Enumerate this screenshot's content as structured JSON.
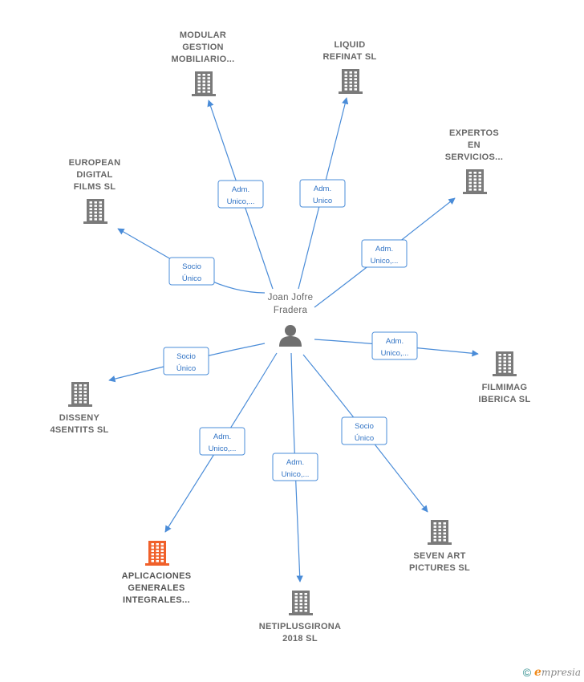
{
  "center": {
    "name_lines": [
      "Joan Jofre",
      "Fradera"
    ]
  },
  "colors": {
    "edge": "#4a8cd8",
    "building": "#7a7a7a",
    "building_highlight": "#f0602a",
    "label_text": "#666666",
    "edge_label": "#2f72c4"
  },
  "nodes": [
    {
      "id": "modular",
      "lines": [
        "MODULAR",
        "GESTION",
        "MOBILIARIO..."
      ],
      "edge_label": [
        "Adm.",
        "Unico,..."
      ],
      "highlight": false
    },
    {
      "id": "liquid",
      "lines": [
        "LIQUID",
        "REFINAT  SL"
      ],
      "edge_label": [
        "Adm.",
        "Unico"
      ],
      "highlight": false
    },
    {
      "id": "expertos",
      "lines": [
        "EXPERTOS",
        "EN",
        "SERVICIOS..."
      ],
      "edge_label": [
        "Adm.",
        "Unico,..."
      ],
      "highlight": false
    },
    {
      "id": "european",
      "lines": [
        "EUROPEAN",
        "DIGITAL",
        "FILMS  SL"
      ],
      "edge_label": [
        "Socio",
        "Único"
      ],
      "highlight": false
    },
    {
      "id": "filmimag",
      "lines": [
        "FILMIMAG",
        "IBERICA  SL"
      ],
      "edge_label": [
        "Adm.",
        "Unico,..."
      ],
      "highlight": false
    },
    {
      "id": "disseny",
      "lines": [
        "DISSENY",
        "4SENTITS SL"
      ],
      "edge_label": [
        "Socio",
        "Único"
      ],
      "highlight": false
    },
    {
      "id": "seven",
      "lines": [
        "SEVEN ART",
        "PICTURES SL"
      ],
      "edge_label": [
        "Socio",
        "Único"
      ],
      "highlight": false
    },
    {
      "id": "aplicaciones",
      "lines": [
        "APLICACIONES",
        "GENERALES",
        "INTEGRALES..."
      ],
      "edge_label": [
        "Adm.",
        "Unico,..."
      ],
      "highlight": true
    },
    {
      "id": "netiplus",
      "lines": [
        "NETIPLUSGIRONA",
        "2018  SL"
      ],
      "edge_label": [
        "Adm.",
        "Unico,..."
      ],
      "highlight": false
    }
  ],
  "footer": {
    "copyright": "©",
    "brand_initial": "e",
    "brand_rest": "mpresia"
  }
}
